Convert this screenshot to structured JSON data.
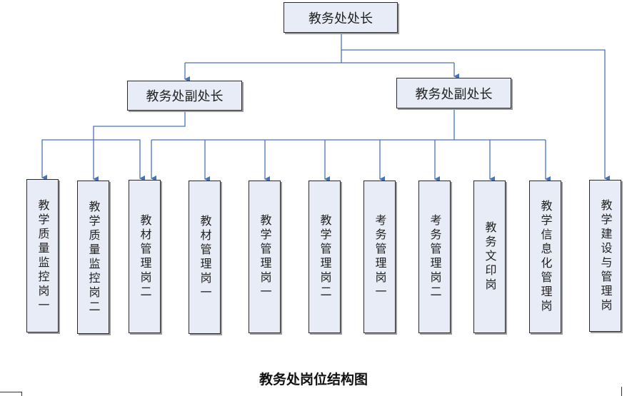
{
  "diagram": {
    "caption": "教务处岗位结构图",
    "line_color": "#4a72b8",
    "box_fill": "#e8ecf6",
    "nodes": {
      "director": "教务处处长",
      "deputy_left": "教务处副处长",
      "deputy_right": "教务处副处长",
      "teaching_quality_1": "教学质量监控岗一",
      "teaching_quality_2": "教学质量监控岗二",
      "textbook_2": "教材管理岗二",
      "textbook_1": "教材管理岗一",
      "teaching_mgmt_1": "教学管理岗一",
      "teaching_mgmt_2": "教学管理岗二",
      "exam_mgmt_1": "考务管理岗一",
      "exam_mgmt_2": "考务管理岗二",
      "print": "教务文印岗",
      "info_mgmt": "教学信息化管理岗",
      "construction": "教学建设与管理岗"
    }
  }
}
